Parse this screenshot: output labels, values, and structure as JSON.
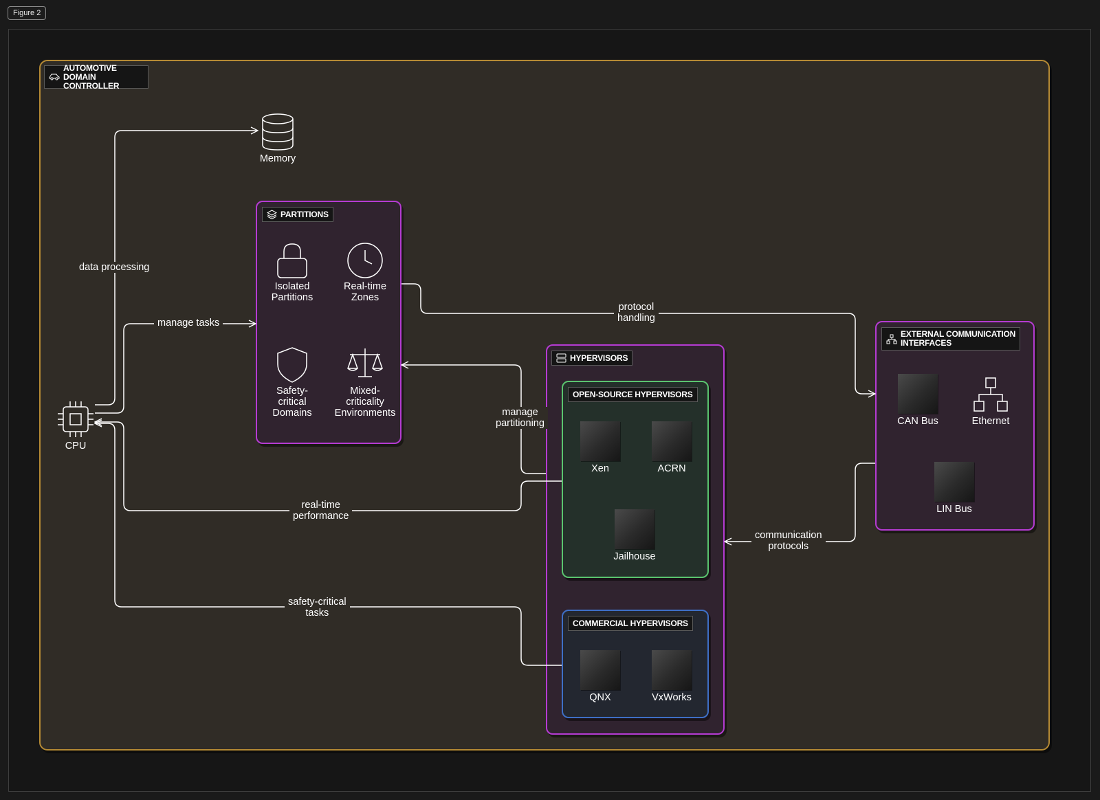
{
  "figure_tag": "Figure 2",
  "container": {
    "title_line1": "AUTOMOTIVE DOMAIN",
    "title_line2": "CONTROLLER"
  },
  "nodes": {
    "cpu": "CPU",
    "memory": "Memory"
  },
  "partitions": {
    "title": "PARTITIONS",
    "isolated_1": "Isolated",
    "isolated_2": "Partitions",
    "realtime_1": "Real-time",
    "realtime_2": "Zones",
    "safety_1": "Safety-",
    "safety_2": "critical",
    "safety_3": "Domains",
    "mixed_1": "Mixed-",
    "mixed_2": "criticality",
    "mixed_3": "Environments"
  },
  "hypervisors": {
    "title": "HYPERVISORS",
    "open_source_title": "OPEN-SOURCE HYPERVISORS",
    "commercial_title": "COMMERCIAL HYPERVISORS",
    "xen": "Xen",
    "acrn": "ACRN",
    "jailhouse": "Jailhouse",
    "qnx": "QNX",
    "vxworks": "VxWorks"
  },
  "external": {
    "title_line1": "EXTERNAL COMMUNICATION",
    "title_line2": "INTERFACES",
    "can": "CAN Bus",
    "ethernet": "Ethernet",
    "lin": "LIN Bus"
  },
  "edges": {
    "data_processing": "data processing",
    "manage_tasks": "manage tasks",
    "protocol_1": "protocol",
    "protocol_2": "handling",
    "manage_part_1": "manage",
    "manage_part_2": "partitioning",
    "realtime_1": "real-time",
    "realtime_2": "performance",
    "comm_1": "communication",
    "comm_2": "protocols",
    "safety_1": "safety-critical",
    "safety_2": "tasks"
  },
  "colors": {
    "container_border": "#b58a34",
    "partition_border": "#b53bd2",
    "open_source_border": "#5ac46f",
    "commercial_border": "#3e6fc6"
  }
}
